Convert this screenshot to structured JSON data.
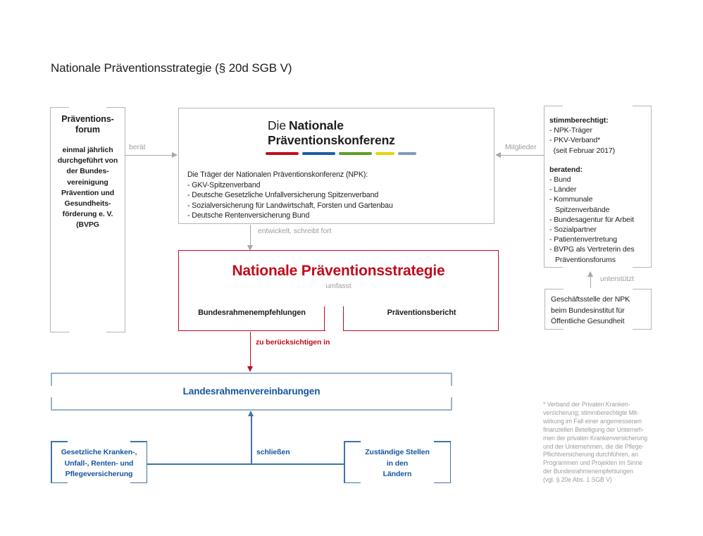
{
  "page": {
    "title": "Nationale Präventionsstrategie (§ 20d SGB V)"
  },
  "colors": {
    "ink": "#1d1d1b",
    "gray_text": "#9e9e9e",
    "gray_line": "#a8a8a8",
    "gray_border": "#b6b6b6",
    "red": "#c00c1c",
    "blue_text": "#15569e",
    "blue_line": "#3d74a9",
    "steel": "#9bb1c9"
  },
  "praeventionsforum": {
    "title": "Präventions-\nforum",
    "body": "einmal jährlich\ndurchgeführt von\nder Bundes-\nvereinigung\nPrävention und\nGesundheits-\nförderung e. V.\n(BVPG"
  },
  "arrows": {
    "beraet": "berät",
    "mitglieder": "Mitglieder",
    "entwickelt": "entwickelt, schreibt fort",
    "zu_beruecksichtigen": "zu berücksichtigen in",
    "schliessen": "schließen",
    "unterstuetzt": "unterstützt"
  },
  "npk": {
    "logo_die": "Die",
    "logo_nationale": "Nationale",
    "logo_line2": "Präventionskonferenz",
    "bars": [
      {
        "name": "bar-red",
        "color": "#c00c1c",
        "width": 47
      },
      {
        "name": "bar-blue",
        "color": "#1c5ca8",
        "width": 47
      },
      {
        "name": "bar-green",
        "color": "#5ba125",
        "width": 47
      },
      {
        "name": "bar-yellow",
        "color": "#e6d300",
        "width": 27
      },
      {
        "name": "bar-slate",
        "color": "#7d9cba",
        "width": 26
      }
    ],
    "traeger_header": "Die Träger der Nationalen Präventionskonferenz (NPK):",
    "traeger_items": [
      "- GKV-Spitzenverband",
      "- Deutsche Gesetzliche Unfallversicherung Spitzenverband",
      "- Sozialversicherung für Landwirtschaft, Forsten und Gartenbau",
      "- Deutsche Rentenversicherung Bund"
    ]
  },
  "mitglieder_box": {
    "stimmberechtigt_header": "stimmberechtigt:",
    "stimmberechtigt_items": [
      "- NPK-Träger",
      "- PKV-Verband*",
      "  (seit Februar 2017)"
    ],
    "beratend_header": "beratend:",
    "beratend_items": [
      "- Bund",
      "- Länder",
      "- Kommunale\nSpitzenverbände",
      "- Bundesagentur für Arbeit",
      "- Sozialpartner",
      "- Patientenvertretung",
      "- BVPG als Vertreterin des\nPräventionsforums"
    ]
  },
  "strategie_box": {
    "title": "Nationale Präventionsstrategie",
    "umfasst": "umfasst",
    "cell_left": "Bundesrahmenempfehlungen",
    "cell_right": "Präventionsbericht"
  },
  "landesrahmen": {
    "title": "Landesrahmenvereinbarungen"
  },
  "gesetzliche_box": {
    "text": "Gesetzliche Kranken-,\nUnfall-, Renten- und\nPflegeversicherung"
  },
  "zustaendige_box": {
    "text": "Zuständige Stellen\nin den\nLändern"
  },
  "geschaeftsstelle_box": {
    "text": "Geschäftsstelle der NPK\nbeim Bundesinstitut für\nÖffentliche Gesundheit"
  },
  "footnote": {
    "text": "* Verband der Privaten Kranken-\nversicherung; stimmberechtigte Mit-\nwirkung im Fall einer angemessenen\nfinanziellen Beteiligung der Unterneh-\nmen der privaten Krankenversicherung\nund der Unternehmen, die die Pflege-\nPflichtversicherung durchführen, an\nProgrammen und Projekten im Sinne\nder Bundesrahmenempfehlungen\n(vgl. § 20e Abs. 1 SGB V)"
  }
}
